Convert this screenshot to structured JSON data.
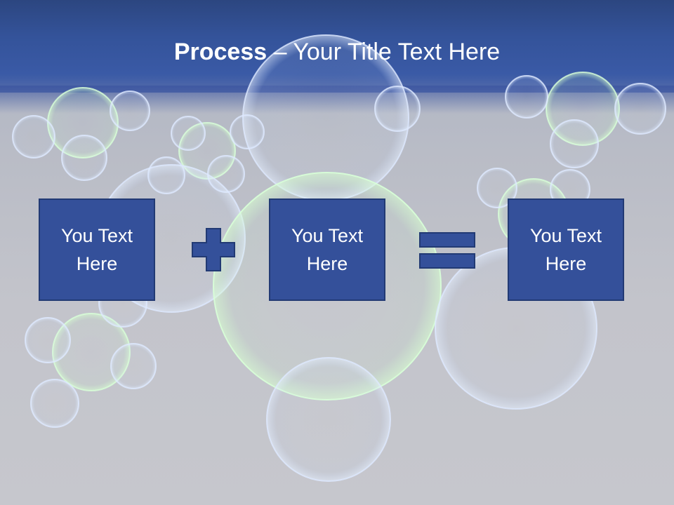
{
  "title": {
    "bold": "Process",
    "rest": " – Your Title Text Here"
  },
  "boxes": [
    {
      "text": "You Text Here"
    },
    {
      "text": "You Text Here"
    },
    {
      "text": "You Text Here"
    }
  ],
  "operators": [
    "plus-icon",
    "equals-icon"
  ],
  "colors": {
    "header": "#34539a",
    "box_fill": "#34509a",
    "box_border": "#223a74",
    "background": "#c6c7cd"
  }
}
